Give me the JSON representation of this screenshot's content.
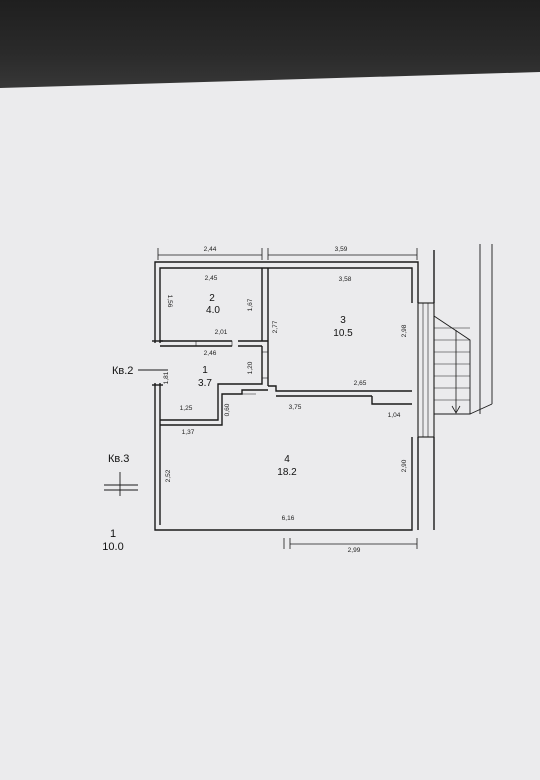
{
  "labels": {
    "kv2": "Кв.2",
    "kv3": "Кв.3",
    "apt_number": "1",
    "apt_area": "10.0"
  },
  "rooms": [
    {
      "number": "1",
      "area": "3.7"
    },
    {
      "number": "2",
      "area": "4.0"
    },
    {
      "number": "3",
      "area": "10.5"
    },
    {
      "number": "4",
      "area": "18.2"
    }
  ],
  "dimensions": {
    "top_left": "2,44",
    "top_right": "3,59",
    "r2_top": "2,45",
    "r2_left": "1,56",
    "r2_right": "1,67",
    "r2_bottom": "2,01",
    "r3_top": "3,58",
    "r3_left": "2,77",
    "r3_right": "2,98",
    "r3_bottom": "2,65",
    "r1_top": "2,46",
    "r1_left": "1,81",
    "r1_right": "1,20",
    "r1_bottom": "1,25",
    "r1_step": "0,60",
    "corridor": "3,75",
    "notch": "1,04",
    "r4_top_left": "1,37",
    "r4_left": "2,52",
    "r4_right": "2,90",
    "r4_bottom": "6,16",
    "outer_bottom": "2,99"
  }
}
